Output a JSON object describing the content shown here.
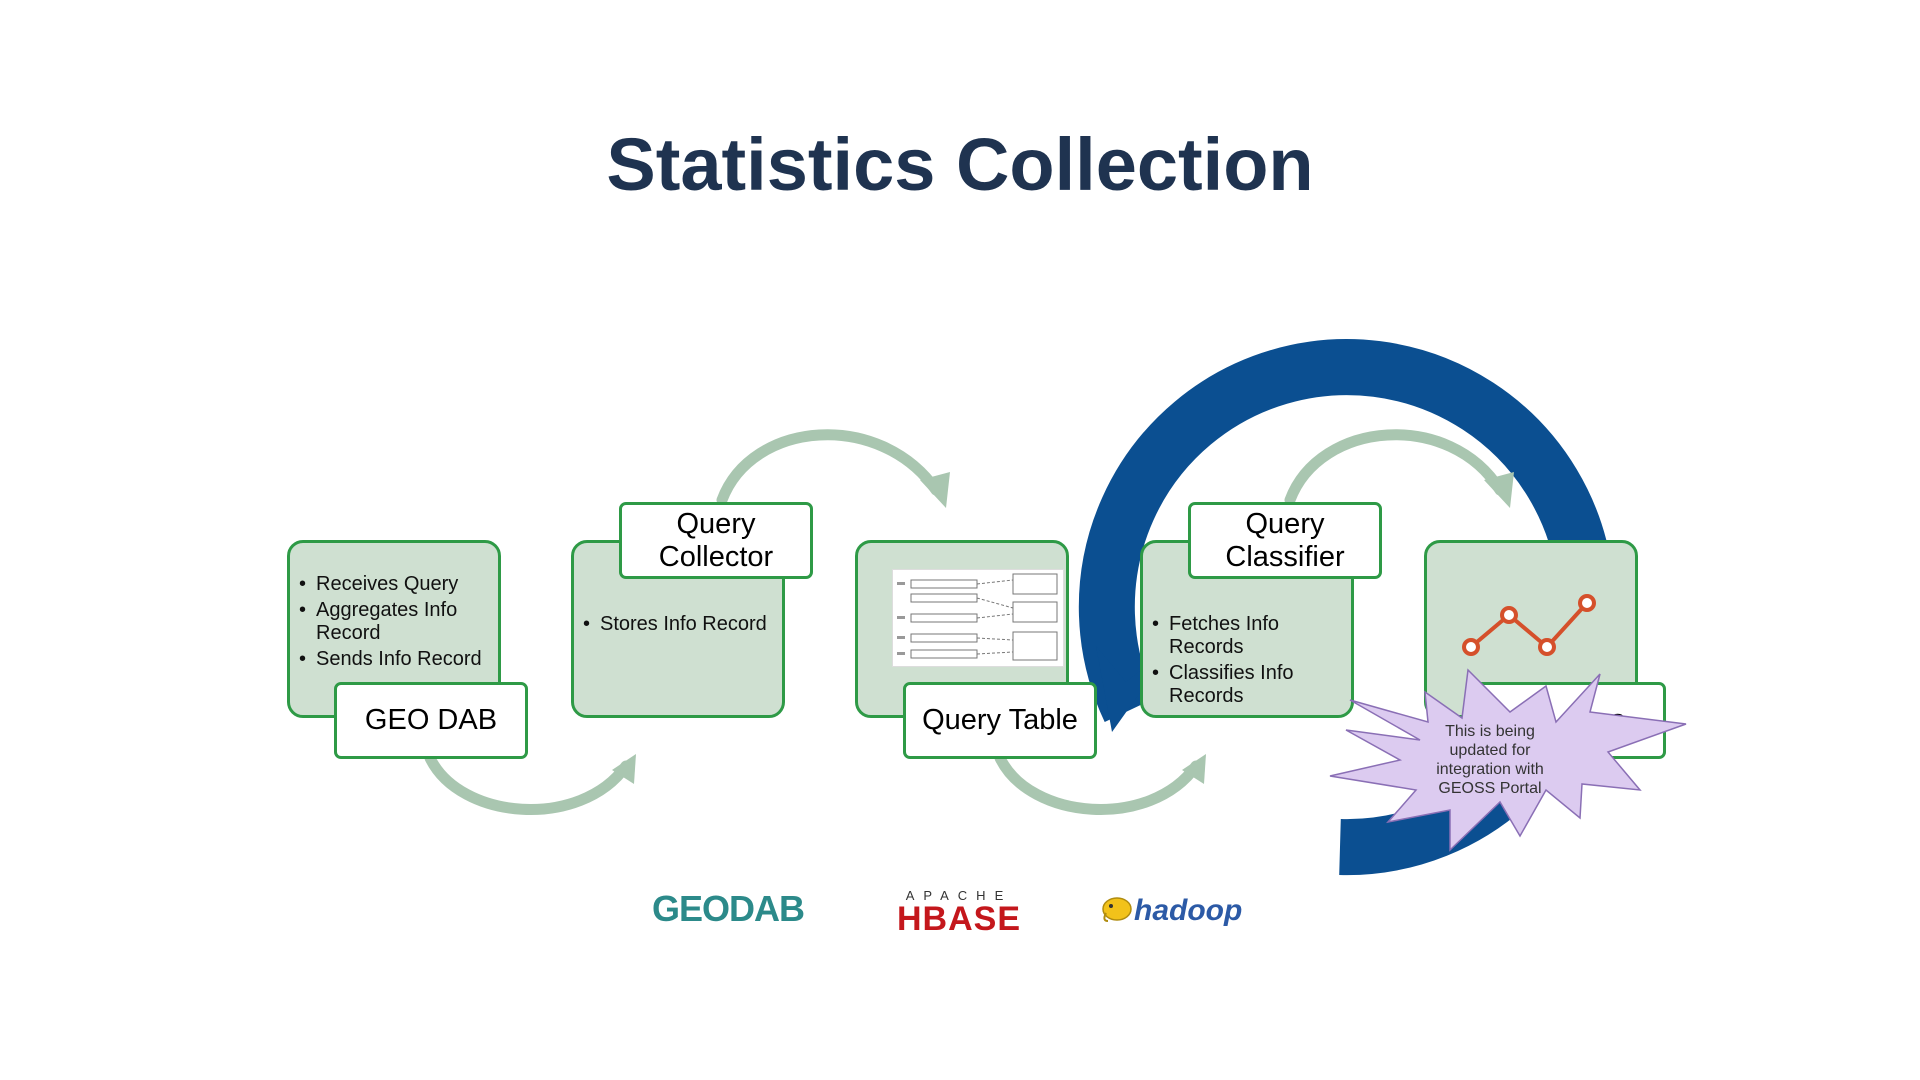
{
  "slide": {
    "title": "Statistics Collection"
  },
  "steps": [
    {
      "label": "GEO DAB",
      "bullets": [
        "Receives Query",
        "Aggregates Info Record",
        "Sends Info Record"
      ]
    },
    {
      "label": "Query Collector",
      "bullets": [
        "Stores Info Record"
      ]
    },
    {
      "label": "Query Table",
      "bullets": []
    },
    {
      "label": "Query Classifier",
      "bullets": [
        "Fetches Info Records",
        "Classifies Info Records"
      ]
    },
    {
      "label": "Statistics",
      "label_visible": "...cs",
      "bullets": []
    }
  ],
  "callout": {
    "text": "This is being updated for integration with GEOSS Portal"
  },
  "logos": {
    "geodab": "GEODAB",
    "hbase_top": "APACHE",
    "hbase": "HBASE",
    "hadoop": "hadoop"
  },
  "colors": {
    "title": "#1f3350",
    "card_fill": "#cfe0d1",
    "card_border": "#2e9a46",
    "arrow": "#a9c6b0",
    "cycle_ring": "#0b4f91",
    "chart_line": "#d5502b",
    "callout_fill": "#dccbf0",
    "callout_border": "#8a6fb5"
  },
  "icons": {
    "cycle": "circular-refresh-arrow",
    "chart": "line-chart-icon",
    "table": "schema-table-thumbnail"
  }
}
